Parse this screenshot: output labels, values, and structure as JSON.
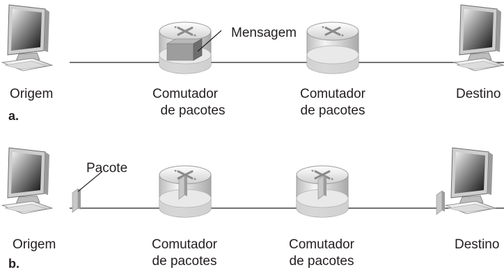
{
  "panel_a": {
    "tag": "a.",
    "source_label": "Origem",
    "switch1_label": [
      "Comutador",
      "de pacotes"
    ],
    "switch2_label": [
      "Comutador",
      "de pacotes"
    ],
    "destination_label": "Destino",
    "callout": "Mensagem"
  },
  "panel_b": {
    "tag": "b.",
    "source_label": "Origem",
    "switch1_label": [
      "Comutador",
      "de pacotes"
    ],
    "switch2_label": [
      "Comutador",
      "de pacotes"
    ],
    "destination_label": "Destino",
    "callout": "Pacote"
  }
}
